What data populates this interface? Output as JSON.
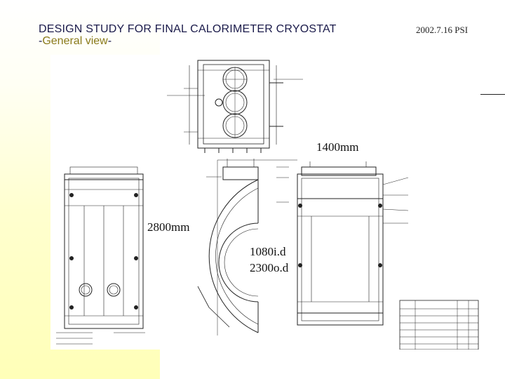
{
  "slide": {
    "title": "DESIGN STUDY FOR FINAL CALORIMETER CRYOSTAT",
    "subtitle_prefix": "-",
    "subtitle_main": "General view",
    "subtitle_suffix": "-",
    "date_author": "2002.7.16 PSI"
  },
  "drawing": {
    "callouts": {
      "width": "1400mm",
      "length": "2800mm",
      "inner_diameter": "1080i.d",
      "outer_diameter": "2300o.d"
    }
  },
  "colors": {
    "title": "#1a1a4a",
    "subtitle_accent": "#8a7a1a",
    "yellow_band": "#ffffb8",
    "line": "#222222"
  }
}
